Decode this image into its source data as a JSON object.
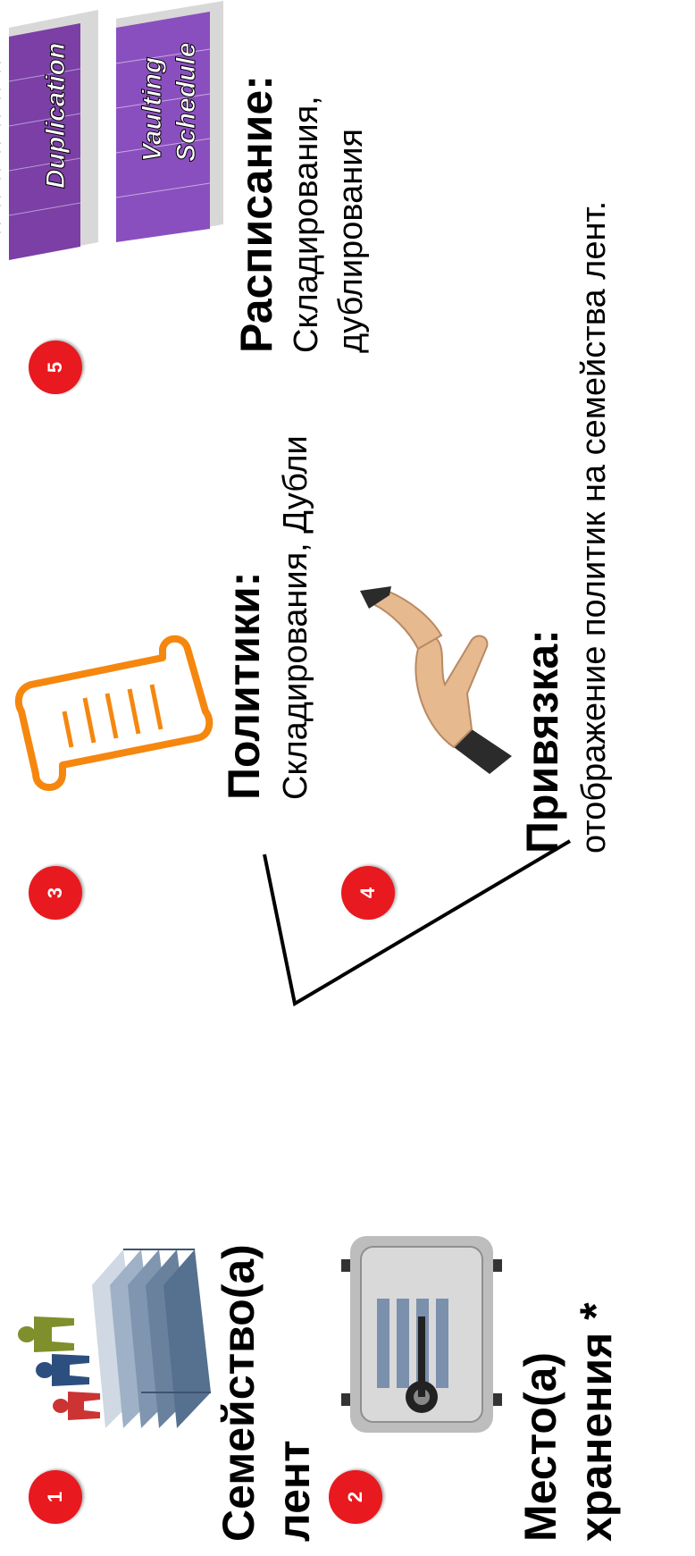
{
  "items": [
    {
      "num": "1",
      "title_line1": "Семейство(а)",
      "title_line2": "лент"
    },
    {
      "num": "2",
      "title_line1": "Место(а)",
      "title_line2": "хранения *"
    },
    {
      "num": "3",
      "title": "Политики:",
      "desc": "Складирования, Дубли"
    },
    {
      "num": "4",
      "title": "Привязка:",
      "desc": "отображение политик на семейства лент."
    },
    {
      "num": "5",
      "title": "Расписание:",
      "desc_line1": "Складирования,",
      "desc_line2": "дублирования"
    }
  ],
  "books": {
    "top": "Duplication",
    "bottom_line1": "Vaulting",
    "bottom_line2": "Schedule"
  },
  "colors": {
    "badge": "#e8191f",
    "scroll": "#f5870f",
    "book": "#7b3fa6"
  }
}
